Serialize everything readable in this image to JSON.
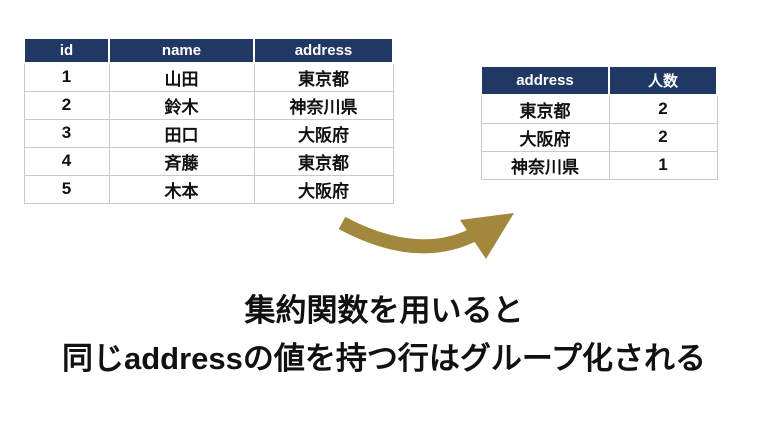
{
  "tables": {
    "source": {
      "headers": [
        "id",
        "name",
        "address"
      ],
      "rows": [
        [
          "1",
          "山田",
          "東京都"
        ],
        [
          "2",
          "鈴木",
          "神奈川県"
        ],
        [
          "3",
          "田口",
          "大阪府"
        ],
        [
          "4",
          "斉藤",
          "東京都"
        ],
        [
          "5",
          "木本",
          "大阪府"
        ]
      ]
    },
    "aggregated": {
      "headers": [
        "address",
        "人数"
      ],
      "rows": [
        [
          "東京都",
          "2"
        ],
        [
          "大阪府",
          "2"
        ],
        [
          "神奈川県",
          "1"
        ]
      ]
    }
  },
  "caption": {
    "line1": "集約関数を用いると",
    "line2": "同じaddressの値を持つ行はグループ化される"
  },
  "icons": {
    "arrow": "curved-arrow-up-right"
  },
  "colors": {
    "header_bg": "#1F3864",
    "header_text": "#FFFFFF",
    "arrow": "#A1883C",
    "text": "#111111",
    "border": "#C4CAD2",
    "background": "#FFFFFF"
  }
}
